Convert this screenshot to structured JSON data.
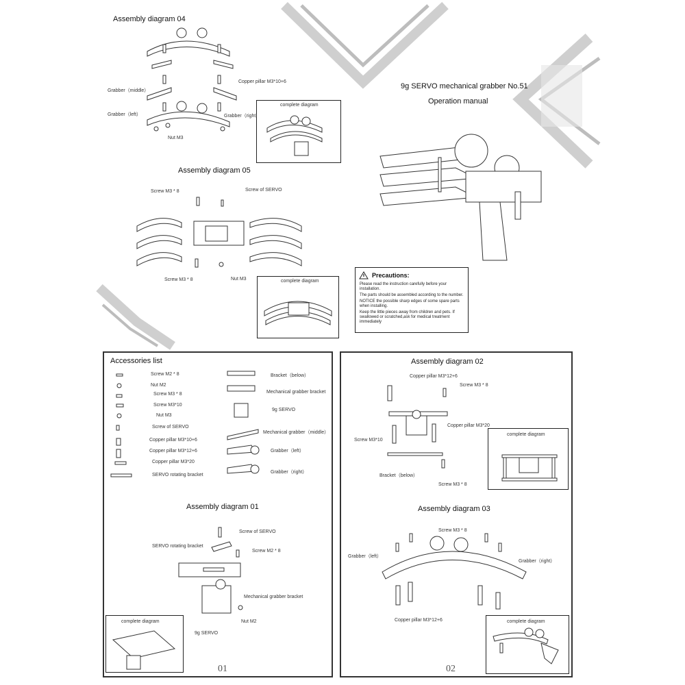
{
  "upper_section": {
    "assembly04": {
      "title": "Assembly diagram 04",
      "labels": {
        "copper_pillar": "Copper pillar M3*10+6",
        "grabber_middle": "Grabber（middle）",
        "grabber_left": "Grabber（left）",
        "grabber_right": "Grabber（right）",
        "nut": "Nut M3"
      },
      "complete_label": "complete diagram"
    },
    "assembly05": {
      "title": "Assembly diagram 05",
      "labels": {
        "screw_top": "Screw  M3 * 8",
        "screw_servo": "Screw of SERVO",
        "screw_bottom": "Screw  M3 * 8",
        "nut": "Nut M3"
      },
      "complete_label": "complete diagram"
    },
    "manual": {
      "title": "9g SERVO mechanical grabber No.51",
      "subtitle": "Operation manual"
    },
    "precautions": {
      "heading": "Precautions:",
      "items": [
        "Please read the instruction carefully before your installation.",
        "The parts should be assembled according to the number.",
        "NOTICE the possible sharp edges of some spare parts when installing.",
        "Keep the  little pieces  away from children and pets. If swallowed or scratched,ask for medical treatment immediately"
      ]
    }
  },
  "page01": {
    "accessories_title": "Accessories list",
    "accessories_left": [
      "Screw  M2 * 8",
      "Nut M2",
      "Screw  M3 * 8",
      "Screw  M3*10",
      "Nut M3",
      "Screw of SERVO",
      "Copper pillar M3*10+6",
      "Copper pillar M3*12+6",
      "Copper pillar M3*20",
      "SERVO rotating bracket"
    ],
    "accessories_right": [
      "Bracket（below）",
      "Mechanical grabber bracket",
      "9g SERVO",
      "Mechanical grabber（middle）",
      "Grabber（left）",
      "Grabber（right）"
    ],
    "assembly01": {
      "title": "Assembly diagram 01",
      "labels": {
        "screw_servo": "Screw of SERVO",
        "rotating_bracket": "SERVO rotating bracket",
        "screw_m2": "Screw  M2 * 8",
        "grabber_bracket": "Mechanical grabber bracket",
        "nut_m2": "Nut M2",
        "servo": "9g SERVO"
      },
      "complete_label": "complete diagram"
    },
    "page_number": "01"
  },
  "page02": {
    "assembly02": {
      "title": "Assembly diagram 02",
      "labels": {
        "pillar_12": "Copper pillar M3*12+6",
        "screw_m3_8": "Screw  M3 * 8",
        "pillar_20": "Copper pillar M3*20",
        "screw_m3_10": "Screw  M3*10",
        "bracket_below": "Bracket（below）",
        "screw_m3_8b": "Screw  M3 * 8"
      },
      "complete_label": "complete diagram"
    },
    "assembly03": {
      "title": "Assembly diagram 03",
      "labels": {
        "screw_m3_8": "Screw  M3 * 8",
        "grabber_left": "Grabber（left）",
        "grabber_right": "Grabber（right）",
        "pillar_12": "Copper pillar M3*12+6"
      },
      "complete_label": "complete diagram"
    },
    "page_number": "02"
  },
  "colors": {
    "chevron": "#cfcfcf",
    "line": "#333333",
    "panel_border": "#333333"
  }
}
